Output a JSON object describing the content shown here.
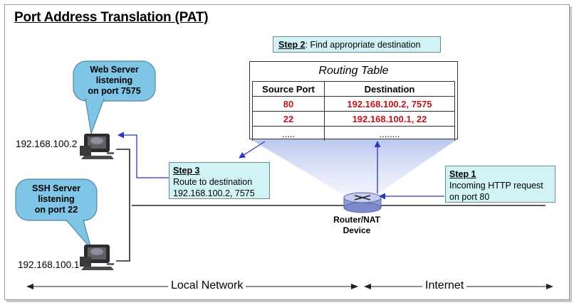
{
  "title": "Port Address Translation (PAT)",
  "step2": {
    "heading": "Step 2",
    "text": ": Find appropriate destination"
  },
  "routing_table": {
    "title": "Routing Table",
    "headers": [
      "Source Port",
      "Destination"
    ],
    "rows": [
      [
        "80",
        "192.168.100.2, 7575"
      ],
      [
        "22",
        "192.168.100.1, 22"
      ],
      [
        ".....",
        "........"
      ]
    ]
  },
  "web_bubble": {
    "line1": "Web Server",
    "line2": "listening",
    "line3": "on port 7575"
  },
  "ssh_bubble": {
    "line1": "SSH Server",
    "line2": "listening",
    "line3": "on port 22"
  },
  "hosts": {
    "web_ip": "192.168.100.2",
    "ssh_ip": "192.168.100.1"
  },
  "step3": {
    "heading": "Step 3",
    "line1": "Route to destination",
    "line2": "192.168.100.2, 7575"
  },
  "step1": {
    "heading": "Step 1",
    "line1": "Incoming HTTP request",
    "line2": "on port 80"
  },
  "router": {
    "line1": "Router/NAT",
    "line2": "Device"
  },
  "zones": {
    "local": "Local Network",
    "internet": "Internet"
  },
  "colors": {
    "callout_fill": "#d2f3f5",
    "bubble_fill": "#7fc6e6",
    "arrow": "#2a35c0",
    "highlight_red": "#c0141c"
  }
}
